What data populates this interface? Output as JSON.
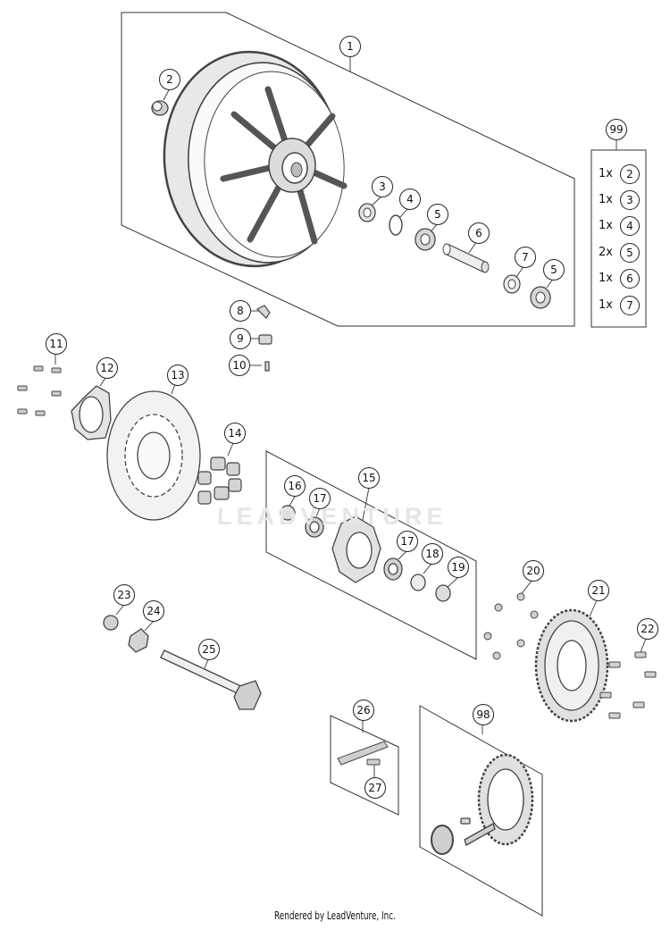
{
  "callouts": [
    "1",
    "2",
    "3",
    "4",
    "5",
    "6",
    "7",
    "5",
    "8",
    "9",
    "10",
    "11",
    "12",
    "13",
    "14",
    "15",
    "16",
    "17",
    "17",
    "18",
    "19",
    "20",
    "21",
    "22",
    "23",
    "24",
    "25",
    "26",
    "27",
    "98",
    "99"
  ],
  "kit_99": [
    {
      "qty": "1x",
      "part": "2"
    },
    {
      "qty": "1x",
      "part": "3"
    },
    {
      "qty": "1x",
      "part": "4"
    },
    {
      "qty": "2x",
      "part": "5"
    },
    {
      "qty": "1x",
      "part": "6"
    },
    {
      "qty": "1x",
      "part": "7"
    }
  ],
  "watermark": "LEADVENTURE",
  "footer": "Rendered by LeadVenture, Inc."
}
